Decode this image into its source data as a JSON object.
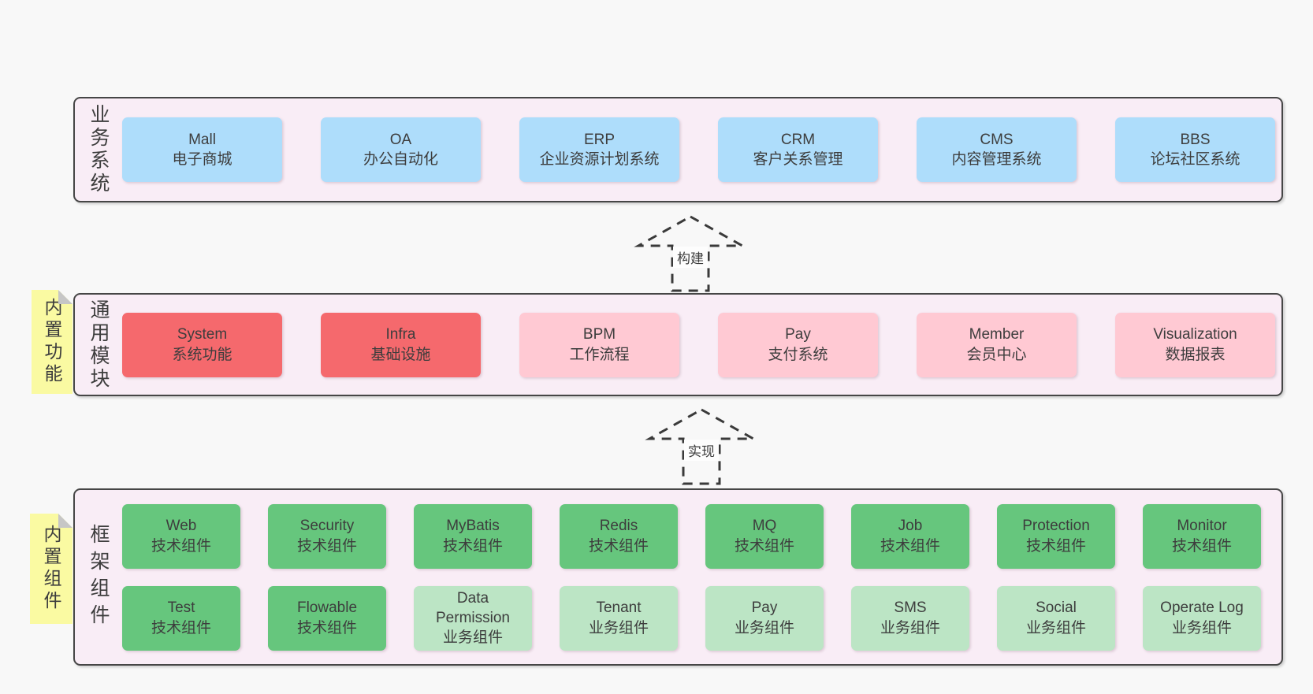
{
  "colors": {
    "page_bg": "#f8f8f8",
    "panel_bg": "#f9edf6",
    "panel_border": "#464646",
    "blue": "#aeddfb",
    "red": "#f5696d",
    "pink": "#ffc9d3",
    "green_dark": "#66c67d",
    "green_light": "#bce5c5",
    "yellow_tag": "#fafaa2",
    "fold": "#c6c6c6",
    "text": "#3d3d3d"
  },
  "sections": {
    "business": {
      "label": "业务系统",
      "boxes": [
        {
          "title": "Mall",
          "subtitle": "电子商城"
        },
        {
          "title": "OA",
          "subtitle": "办公自动化"
        },
        {
          "title": "ERP",
          "subtitle": "企业资源计划系统"
        },
        {
          "title": "CRM",
          "subtitle": "客户关系管理"
        },
        {
          "title": "CMS",
          "subtitle": "内容管理系统"
        },
        {
          "title": "BBS",
          "subtitle": "论坛社区系统"
        }
      ]
    },
    "modules": {
      "label": "通用模块",
      "tag": "内置功能",
      "boxes": [
        {
          "title": "System",
          "subtitle": "系统功能",
          "variant": "red"
        },
        {
          "title": "Infra",
          "subtitle": "基础设施",
          "variant": "red"
        },
        {
          "title": "BPM",
          "subtitle": "工作流程",
          "variant": "pink"
        },
        {
          "title": "Pay",
          "subtitle": "支付系统",
          "variant": "pink"
        },
        {
          "title": "Member",
          "subtitle": "会员中心",
          "variant": "pink"
        },
        {
          "title": "Visualization",
          "subtitle": "数据报表",
          "variant": "pink"
        }
      ]
    },
    "components": {
      "label": "框架组件",
      "tag": "内置组件",
      "rows": [
        [
          {
            "title": "Web",
            "subtitle": "技术组件",
            "variant": "green-dark"
          },
          {
            "title": "Security",
            "subtitle": "技术组件",
            "variant": "green-dark"
          },
          {
            "title": "MyBatis",
            "subtitle": "技术组件",
            "variant": "green-dark"
          },
          {
            "title": "Redis",
            "subtitle": "技术组件",
            "variant": "green-dark"
          },
          {
            "title": "MQ",
            "subtitle": "技术组件",
            "variant": "green-dark"
          },
          {
            "title": "Job",
            "subtitle": "技术组件",
            "variant": "green-dark"
          },
          {
            "title": "Protection",
            "subtitle": "技术组件",
            "variant": "green-dark"
          },
          {
            "title": "Monitor",
            "subtitle": "技术组件",
            "variant": "green-dark"
          }
        ],
        [
          {
            "title": "Test",
            "subtitle": "技术组件",
            "variant": "green-dark"
          },
          {
            "title": "Flowable",
            "subtitle": "技术组件",
            "variant": "green-dark"
          },
          {
            "title": "Data Permission",
            "subtitle": "业务组件",
            "variant": "green-light"
          },
          {
            "title": "Tenant",
            "subtitle": "业务组件",
            "variant": "green-light"
          },
          {
            "title": "Pay",
            "subtitle": "业务组件",
            "variant": "green-light"
          },
          {
            "title": "SMS",
            "subtitle": "业务组件",
            "variant": "green-light"
          },
          {
            "title": "Social",
            "subtitle": "业务组件",
            "variant": "green-light"
          },
          {
            "title": "Operate Log",
            "subtitle": "业务组件",
            "variant": "green-light"
          }
        ]
      ]
    }
  },
  "arrows": {
    "build": {
      "label": "构建"
    },
    "implement": {
      "label": "实现"
    }
  }
}
